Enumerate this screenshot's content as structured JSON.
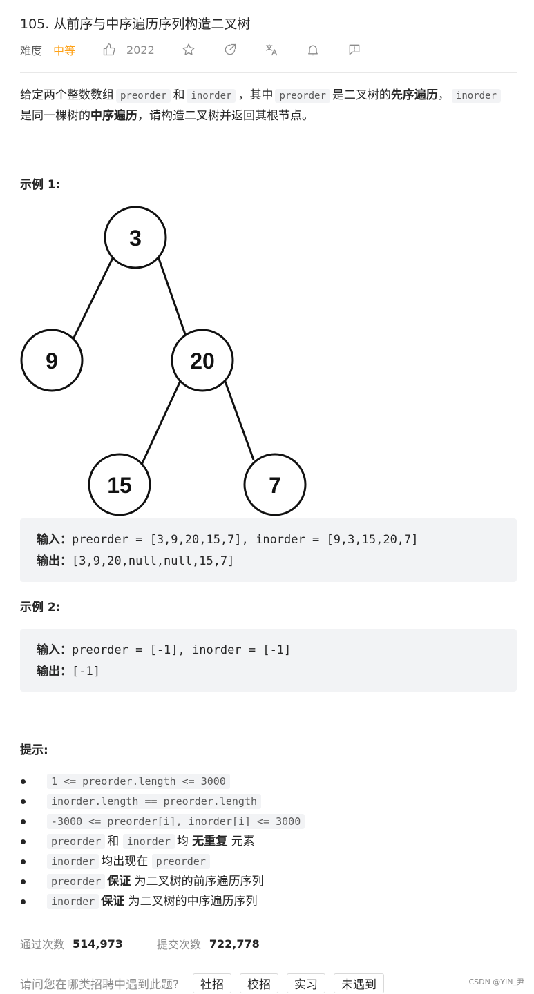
{
  "problem": {
    "title": "105. 从前序与中序遍历序列构造二叉树",
    "difficulty_label": "难度",
    "difficulty": "中等",
    "likes": "2022"
  },
  "description": {
    "t1": "给定两个整数数组",
    "c1": "preorder",
    "t2": "和",
    "c2": "inorder",
    "t3": "，其中",
    "c3": "preorder",
    "t4": "是二叉树的",
    "b1": "先序遍历",
    "t5": "，",
    "c4": "inorder",
    "t6": "是同一棵树的",
    "b2": "中序遍历",
    "t7": "，请构造二叉树并返回其根节点。"
  },
  "example1": {
    "heading": "示例 1:",
    "tree_nodes": [
      "3",
      "9",
      "20",
      "15",
      "7"
    ],
    "input_label": "输入：",
    "input": "preorder = [3,9,20,15,7], inorder = [9,3,15,20,7]",
    "output_label": "输出：",
    "output": "[3,9,20,null,null,15,7]"
  },
  "example2": {
    "heading": "示例 2:",
    "input_label": "输入：",
    "input": "preorder = [-1], inorder = [-1]",
    "output_label": "输出：",
    "output": "[-1]"
  },
  "hints": {
    "heading": "提示:",
    "h1": "1 <= preorder.length <= 3000",
    "h2": "inorder.length == preorder.length",
    "h3": "-3000 <= preorder[i], inorder[i] <= 3000",
    "h4_c1": "preorder",
    "h4_t1": "和",
    "h4_c2": "inorder",
    "h4_t2": "均",
    "h4_b": "无重复",
    "h4_t3": "元素",
    "h5_c1": "inorder",
    "h5_t1": "均出现在",
    "h5_c2": "preorder",
    "h6_c": "preorder",
    "h6_b": "保证",
    "h6_t": "为二叉树的前序遍历序列",
    "h7_c": "inorder",
    "h7_b": "保证",
    "h7_t": "为二叉树的中序遍历序列"
  },
  "stats": {
    "accepted_label": "通过次数",
    "accepted": "514,973",
    "submitted_label": "提交次数",
    "submitted": "722,778"
  },
  "survey": {
    "question": "请问您在哪类招聘中遇到此题?",
    "options": [
      "社招",
      "校招",
      "实习",
      "未遇到"
    ]
  },
  "watermark": "CSDN @YIN_尹",
  "colors": {
    "difficulty": "#ffa116",
    "code_bg": "#f2f3f5",
    "muted": "#8c8c8c"
  },
  "icons": [
    "thumb-up-icon",
    "star-icon",
    "share-icon",
    "translate-icon",
    "bell-icon",
    "feedback-icon"
  ]
}
